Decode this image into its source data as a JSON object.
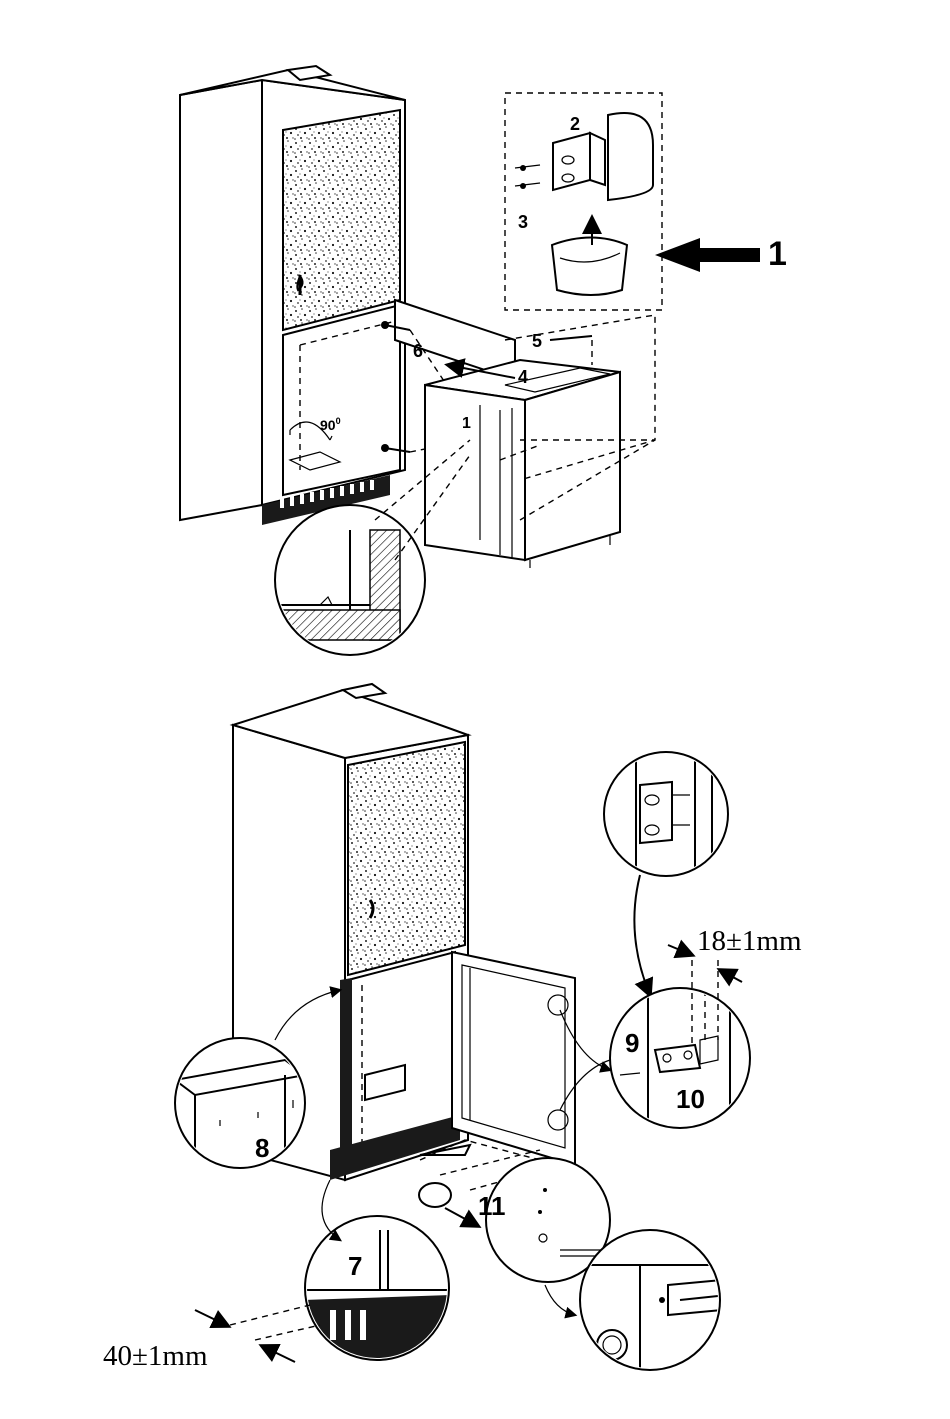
{
  "labels": {
    "top_arrow": "1",
    "top_bracket": "2",
    "top_bag": "3",
    "top_4": "4",
    "top_5": "5",
    "top_6": "6",
    "top_1_small": "1",
    "angle": "90",
    "angle_sup": "0",
    "bottom_7": "7",
    "bottom_8": "8",
    "bottom_9": "9",
    "bottom_10": "10",
    "bottom_11": "11"
  },
  "dimensions": {
    "door_gap": "18±1mm",
    "plinth_gap": "40±1mm"
  },
  "colors": {
    "ink": "#000000",
    "paper": "#ffffff"
  }
}
